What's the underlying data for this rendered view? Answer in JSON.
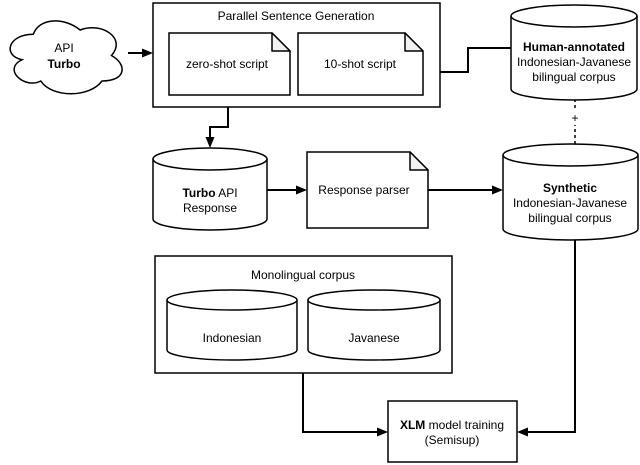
{
  "nodes": {
    "api_cloud": {
      "line1": "API",
      "line2": "Turbo"
    },
    "psg_box": {
      "title": "Parallel Sentence Generation"
    },
    "zero_shot_doc": {
      "label": "zero-shot script"
    },
    "ten_shot_doc": {
      "label": "10-shot script"
    },
    "human_corpus": {
      "line1": "Human-annotated",
      "line2": "Indonesian-Javanese",
      "line3": "bilingual corpus"
    },
    "turbo_response": {
      "bold": "Turbo",
      "rest": " API",
      "line2": "Response"
    },
    "response_parser": {
      "label": "Response parser"
    },
    "synthetic_corpus": {
      "line1": "Synthetic",
      "line2": "Indonesian-Javanese",
      "line3": "bilingual corpus"
    },
    "monolingual_box": {
      "title": "Monolingual corpus"
    },
    "indonesian_db": {
      "label": "Indonesian"
    },
    "javanese_db": {
      "label": "Javanese"
    },
    "xlm_box": {
      "bold": "XLM",
      "rest": " model training",
      "line2": "(Semisup)"
    }
  },
  "edges": {
    "plus_label": "+"
  },
  "colors": {
    "stroke": "#000000",
    "fill": "#ffffff",
    "fold": "#f2f2f2",
    "background": "#ffffff"
  }
}
